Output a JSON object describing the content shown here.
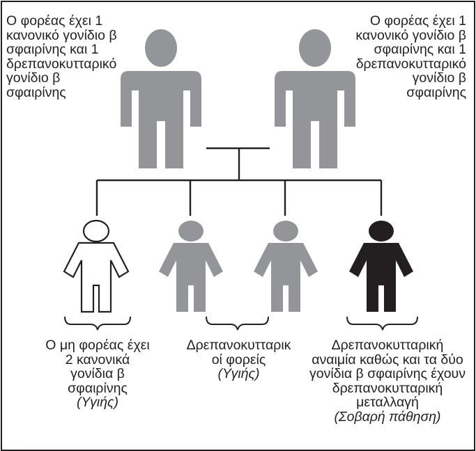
{
  "colors": {
    "carrier": "#939598",
    "affected": "#231f20",
    "outline": "#231f20",
    "background": "#ffffff"
  },
  "parents": {
    "left_label": [
      "Ο φορέας έχει 1",
      "κανονικό γονίδιο β",
      "σφαιρίνης και 1",
      "δρεπανοκυτταρικό",
      "γονίδιο β",
      "σφαιρίνης"
    ],
    "right_label": [
      "Ο φορέας έχει 1",
      "κανονικό γονίδιο β",
      "σφαιρίνης και 1",
      "δρεπανοκυτταρικό",
      "γονίδιο β",
      "σφαιρίνης"
    ]
  },
  "children": {
    "noncarrier": {
      "lines": [
        "Ο μη φορέας έχει",
        "2 κανονικά",
        "γονίδια β",
        "σφαιρίνης"
      ],
      "status": "(Υγιής)"
    },
    "carriers": {
      "lines": [
        "Δρεπανοκυτταρικ",
        "οί φορείς"
      ],
      "status": "(Υγιής)"
    },
    "affected": {
      "lines": [
        "Δρεπανοκυτταρική",
        "αναιμία καθώς και τα δύο",
        "γονίδια β σφαιρίνης έχουν",
        "δρεπανοκυτταρική",
        "μεταλλαγή"
      ],
      "status": "(Σοβαρή πάθηση)"
    }
  }
}
